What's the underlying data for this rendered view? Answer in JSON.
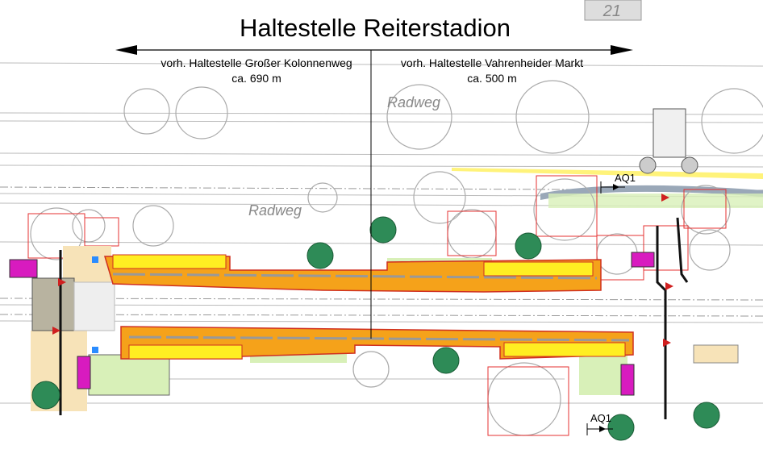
{
  "plan": {
    "title": "Haltestelle Reiterstadion",
    "left_stop": "vorh. Haltestelle Großer Kolonnenweg",
    "left_distance": "ca. 690 m",
    "right_stop": "vorh. Haltestelle Vahrenheider Markt",
    "right_distance": "ca. 500 m",
    "house_number": "21",
    "bike_path_upper": "Radweg",
    "bike_path_lower": "Radweg",
    "section_marker_top": "AQ1",
    "section_marker_bottom": "AQ1"
  },
  "colors": {
    "platform": "#f5a21a",
    "platform_edge": "#d03020",
    "tactile": "#ffee22",
    "tree": "#2e8b57",
    "green_area": "#d8f0b8",
    "footpath": "#f7e3b8",
    "shelter": "#d81bbf"
  }
}
